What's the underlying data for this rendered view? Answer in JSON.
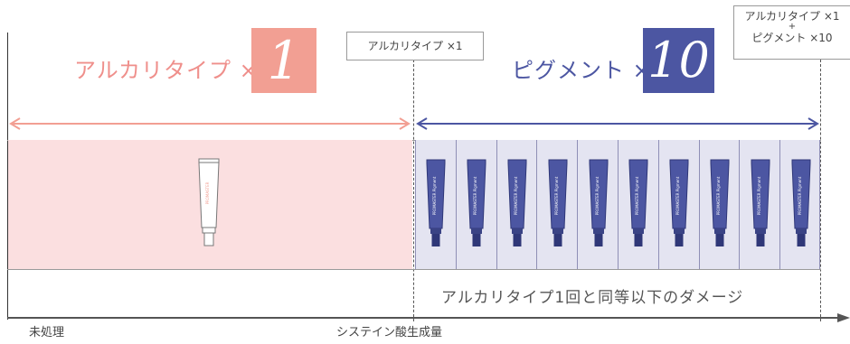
{
  "header": {
    "alkaline_label": "アルカリタイプ ×",
    "alkaline_count": "1",
    "pigment_label": "ピグメント ×",
    "pigment_count": "10",
    "mid_marker": "アルカリタイプ ×1",
    "right_marker": {
      "line1": "アルカリタイプ ×1",
      "plus": "+",
      "line2": "ピグメント ×10"
    }
  },
  "products": {
    "alkaline_tube": {
      "brand": "PROMASTER",
      "count": 1
    },
    "pigment_tube": {
      "brand": "PROMASTER Pigment",
      "count": 10
    }
  },
  "note": "アルカリタイプ1回と同等以下のダメージ",
  "axis": {
    "left_label": "未処理",
    "label": "システイン酸生成量"
  },
  "colors": {
    "alkaline": "#f29f93",
    "alkaline_band": "#fbdfe0",
    "pigment": "#4c56a2",
    "pigment_band": "#e9e9f4"
  }
}
